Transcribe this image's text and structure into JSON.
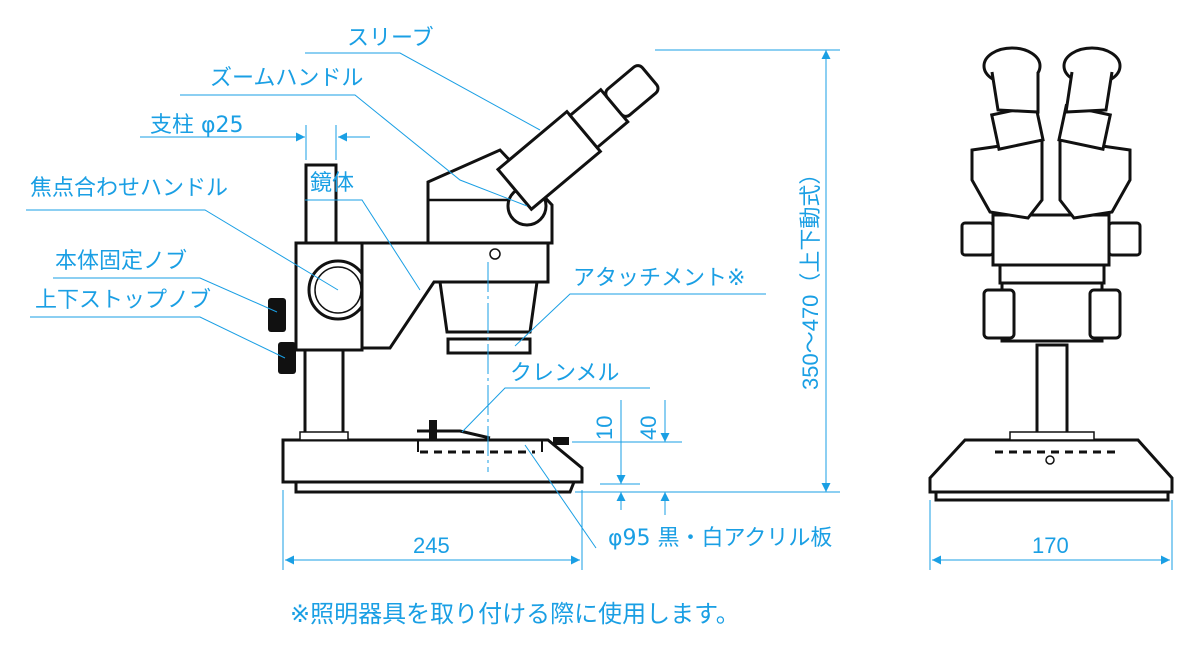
{
  "labels": {
    "sleeve": "スリーブ",
    "zoom_handle": "ズームハンドル",
    "pillar": "支柱 φ25",
    "focus_handle": "焦点合わせハンドル",
    "body": "鏡体",
    "body_lock_knob": "本体固定ノブ",
    "stop_knob": "上下ストップノブ",
    "attachment": "アタッチメント※",
    "clip": "クレンメル",
    "stage_plate": "φ95 黒・白アクリル板"
  },
  "dimensions": {
    "height": "350～470（上下動式）",
    "dim_10": "10",
    "dim_40": "40",
    "base_width_side": "245",
    "base_width_front": "170"
  },
  "footnote": "※照明器具を取り付ける際に使用します。",
  "colors": {
    "annotation": "#1a9fe4",
    "drawing": "#111111"
  }
}
